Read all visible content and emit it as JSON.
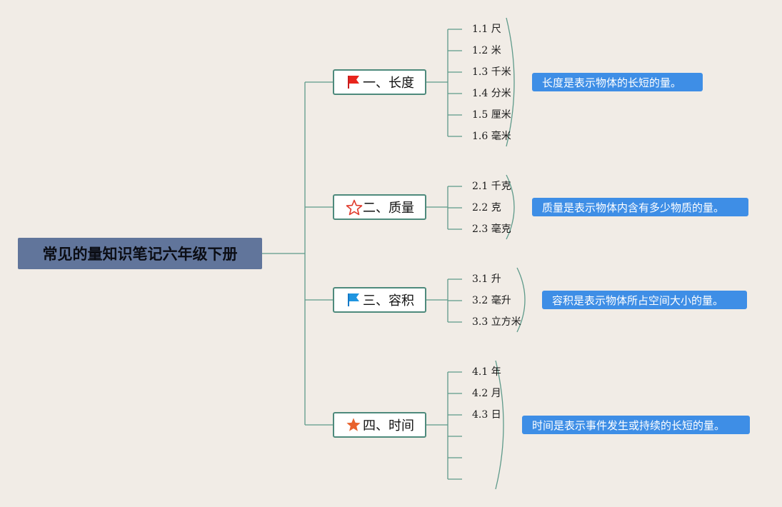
{
  "root": {
    "title": "常见的量知识笔记六年级下册"
  },
  "topics": [
    {
      "label": "一、长度",
      "icon": "red-flag-icon",
      "subs": [
        "1.1 尺",
        "1.2 米",
        "1.3 千米",
        "1.4 分米",
        "1.5 厘米",
        "1.6 毫米"
      ],
      "note": "长度是表示物体的长短的量。"
    },
    {
      "label": "二、质量",
      "icon": "star-outline-icon",
      "subs": [
        "2.1 千克",
        "2.2 克",
        "2.3 毫克"
      ],
      "note": "质量是表示物体内含有多少物质的量。"
    },
    {
      "label": "三、容积",
      "icon": "blue-flag-icon",
      "subs": [
        "3.1 升",
        "3.2 毫升",
        "3.3 立方米"
      ],
      "note": "容积是表示物体所占空间大小的量。"
    },
    {
      "label": "四、时间",
      "icon": "orange-star-icon",
      "subs": [
        "4.1 年",
        "4.2 月",
        "4.3 日",
        "",
        "",
        ""
      ],
      "note": "时间是表示事件发生或持续的长短的量。"
    }
  ],
  "colors": {
    "connector": "#5e9a8a",
    "root_bg": "#61759b",
    "note_bg": "#3e8ee6",
    "background": "#f1ece6"
  }
}
